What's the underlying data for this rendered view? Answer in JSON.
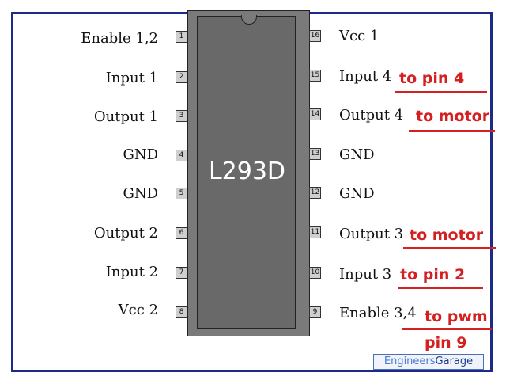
{
  "chip": {
    "name": "L293D"
  },
  "pins_left": [
    {
      "num": "1",
      "label": "Enable 1,2"
    },
    {
      "num": "2",
      "label": "Input 1"
    },
    {
      "num": "3",
      "label": "Output 1"
    },
    {
      "num": "4",
      "label": "GND"
    },
    {
      "num": "5",
      "label": "GND"
    },
    {
      "num": "6",
      "label": "Output 2"
    },
    {
      "num": "7",
      "label": "Input 2"
    },
    {
      "num": "8",
      "label": "Vcc 2"
    }
  ],
  "pins_right": [
    {
      "num": "16",
      "label": "Vcc 1"
    },
    {
      "num": "15",
      "label": "Input 4"
    },
    {
      "num": "14",
      "label": "Output 4"
    },
    {
      "num": "13",
      "label": "GND"
    },
    {
      "num": "12",
      "label": "GND"
    },
    {
      "num": "11",
      "label": "Output 3"
    },
    {
      "num": "10",
      "label": "Input 3"
    },
    {
      "num": "9",
      "label": "Enable 3,4"
    }
  ],
  "annotations": {
    "pin15": "to pin 4",
    "pin14": "to motor",
    "pin11": "to motor",
    "pin10": "to pin 2",
    "pin9_line1": "to pwm",
    "pin9_line2": "pin 9"
  },
  "brand": {
    "part1": "Engineers",
    "part2": "Garage"
  },
  "colors": {
    "annotation": "#d42020",
    "frame": "#1c2a8a",
    "chip": "#696969"
  }
}
